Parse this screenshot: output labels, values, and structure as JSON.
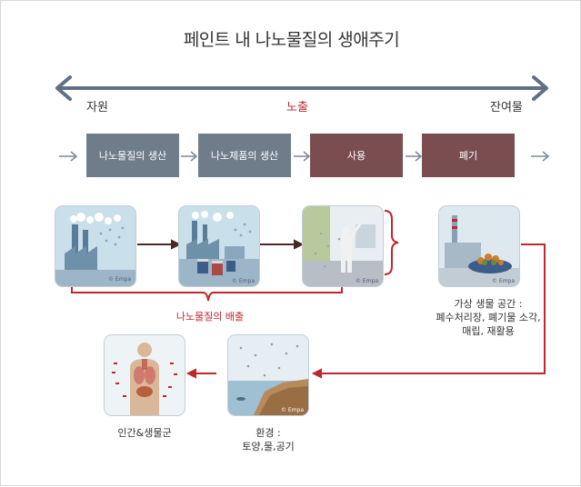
{
  "title": "페인트 내 나노물질의 생애주기",
  "timeline": {
    "start_label": "자원",
    "middle_label": "노출",
    "end_label": "잔여물",
    "middle_color": "#c0272d"
  },
  "stages": [
    {
      "label": "나노물질의 생산",
      "color": "#6f7c8a"
    },
    {
      "label": "나노제품의 생산",
      "color": "#6f7c8a"
    },
    {
      "label": "사용",
      "color": "#7a4e50"
    },
    {
      "label": "폐기",
      "color": "#7a4e50"
    }
  ],
  "emission_label": "나노물질의 배출",
  "waste_caption": [
    "가상 생물 공간 :",
    "폐수처리장, 폐기물 소각,",
    "매립, 재활용"
  ],
  "environment_caption": [
    "환경 :",
    "토양,물,공기"
  ],
  "human_caption": "인간&생물군",
  "tile_watermark": "© Empa",
  "colors": {
    "accent_red": "#c0272d",
    "arrow_dark": "#4a2a22",
    "timeline_arrow": "#5f7085"
  }
}
